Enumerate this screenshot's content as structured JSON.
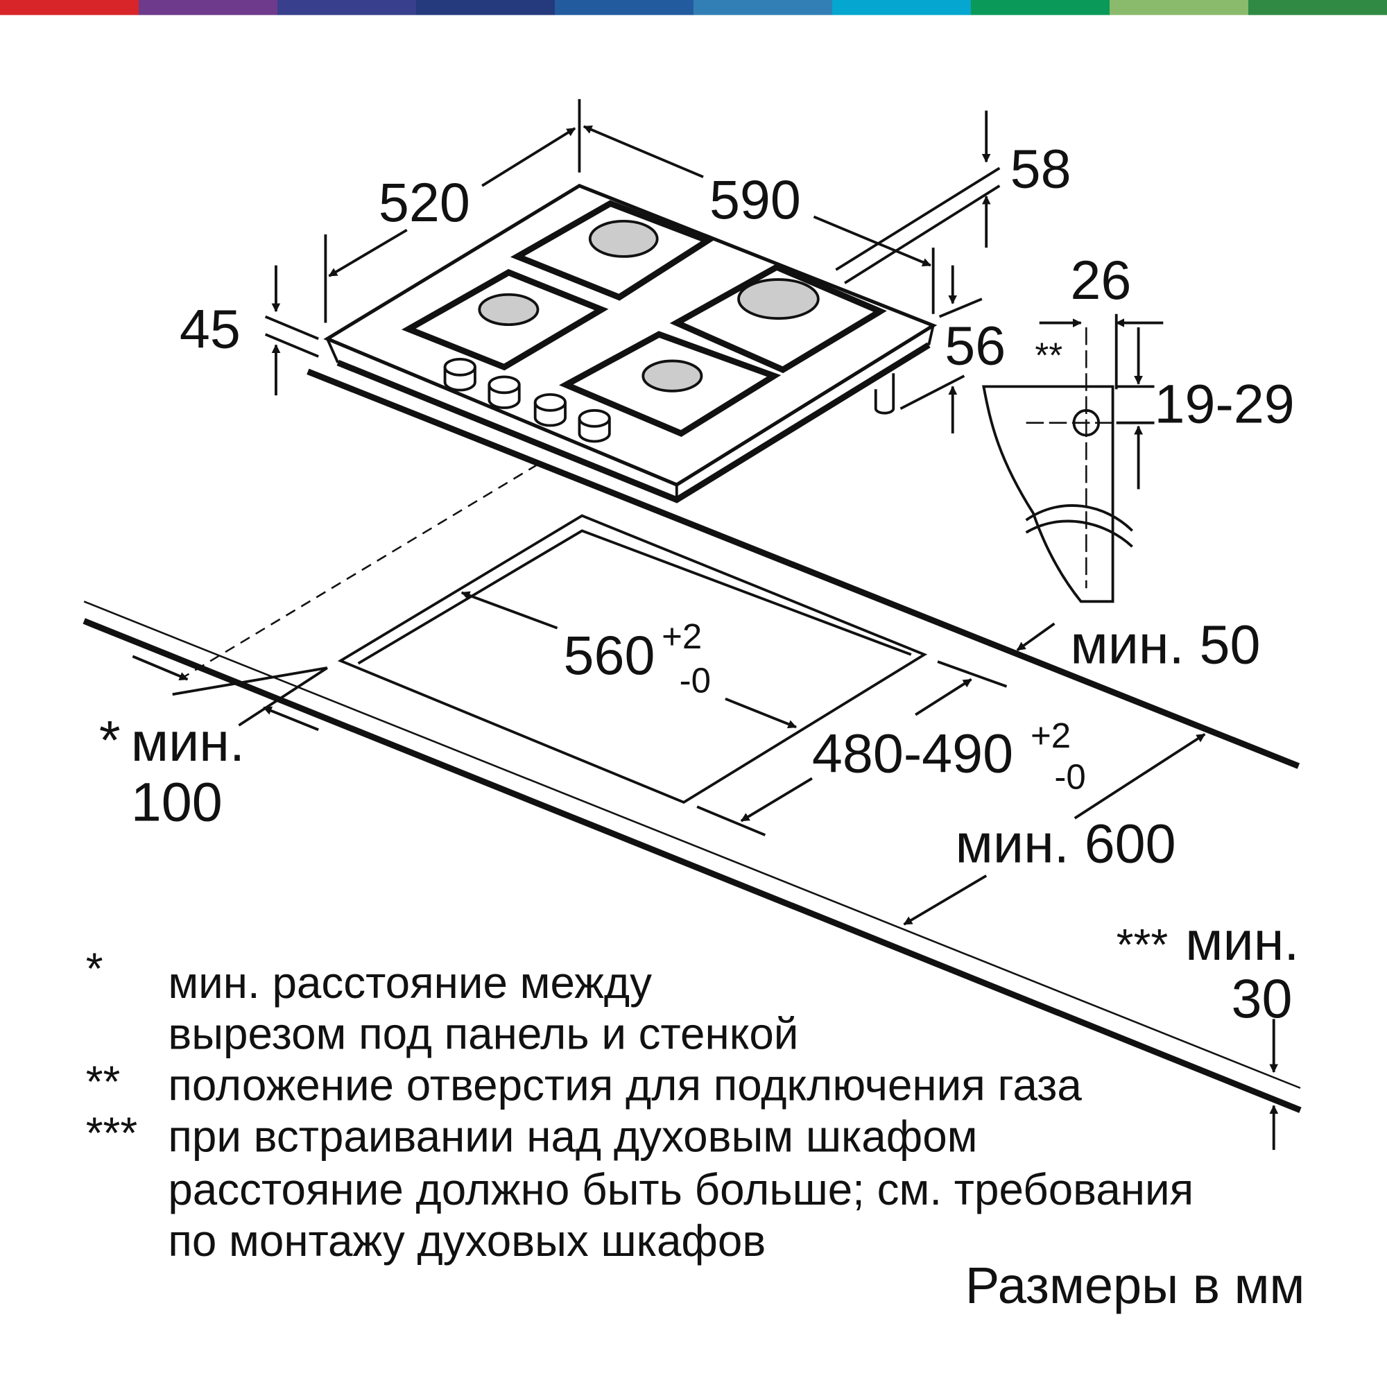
{
  "color_bar": [
    "#d7252a",
    "#6e3a8b",
    "#383f8c",
    "#243a7d",
    "#225c9f",
    "#327fb5",
    "#05a6cf",
    "#0b995a",
    "#8aba6c",
    "#308a44"
  ],
  "dimensions": {
    "depth": "520",
    "width": "590",
    "height_total": "58",
    "height_front": "45",
    "height_body": "56",
    "gas_offset": "26",
    "gas_marker": "**",
    "gas_height": "19-29",
    "cutout_width": "560",
    "cutout_width_tol_plus": "+2",
    "cutout_width_tol_minus": "-0",
    "cutout_depth": "480-490",
    "cutout_depth_tol_plus": "+2",
    "cutout_depth_tol_minus": "-0",
    "min_back": "мин. 50",
    "min_side_star": "*",
    "min_side_label": "мин.",
    "min_side_value": "100",
    "min_depth": "мин. 600",
    "min_worktop_stars": "***",
    "min_worktop_label": "мин.",
    "min_worktop_value": "30"
  },
  "notes": [
    {
      "marker": "*",
      "lines": [
        "мин. расстояние между",
        "вырезом под панель и стенкой"
      ]
    },
    {
      "marker": "**",
      "lines": [
        "положение отверстия для подключения газа"
      ]
    },
    {
      "marker": "***",
      "lines": [
        "при встраивании над духовым шкафом",
        "расстояние должно быть больше; см. требования",
        "по монтажу духовых шкафов"
      ]
    }
  ],
  "units_label": "Размеры в мм"
}
